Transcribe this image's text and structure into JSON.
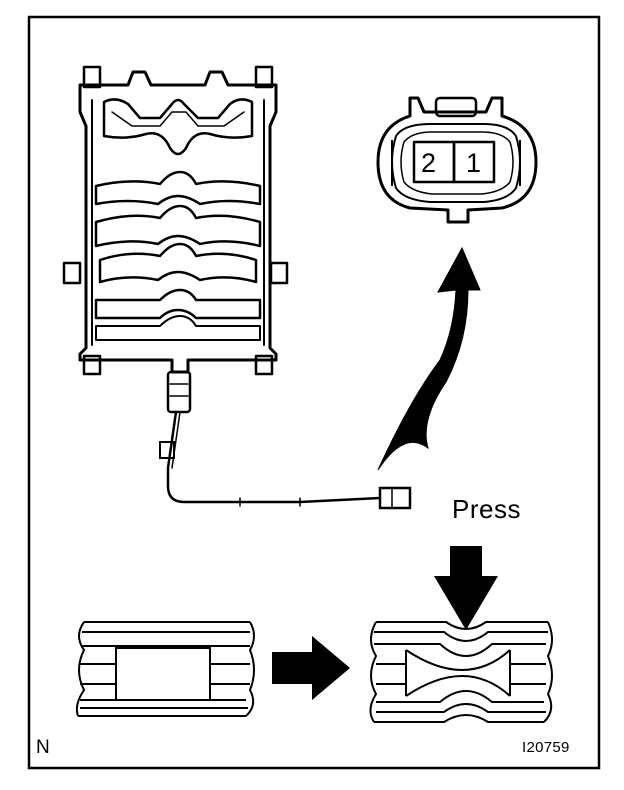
{
  "labels": {
    "press": "Press",
    "corner": "N",
    "figure_id": "I20759",
    "pin_left": "2",
    "pin_right": "1"
  },
  "colors": {
    "ink": "#000000",
    "paper": "#ffffff"
  }
}
